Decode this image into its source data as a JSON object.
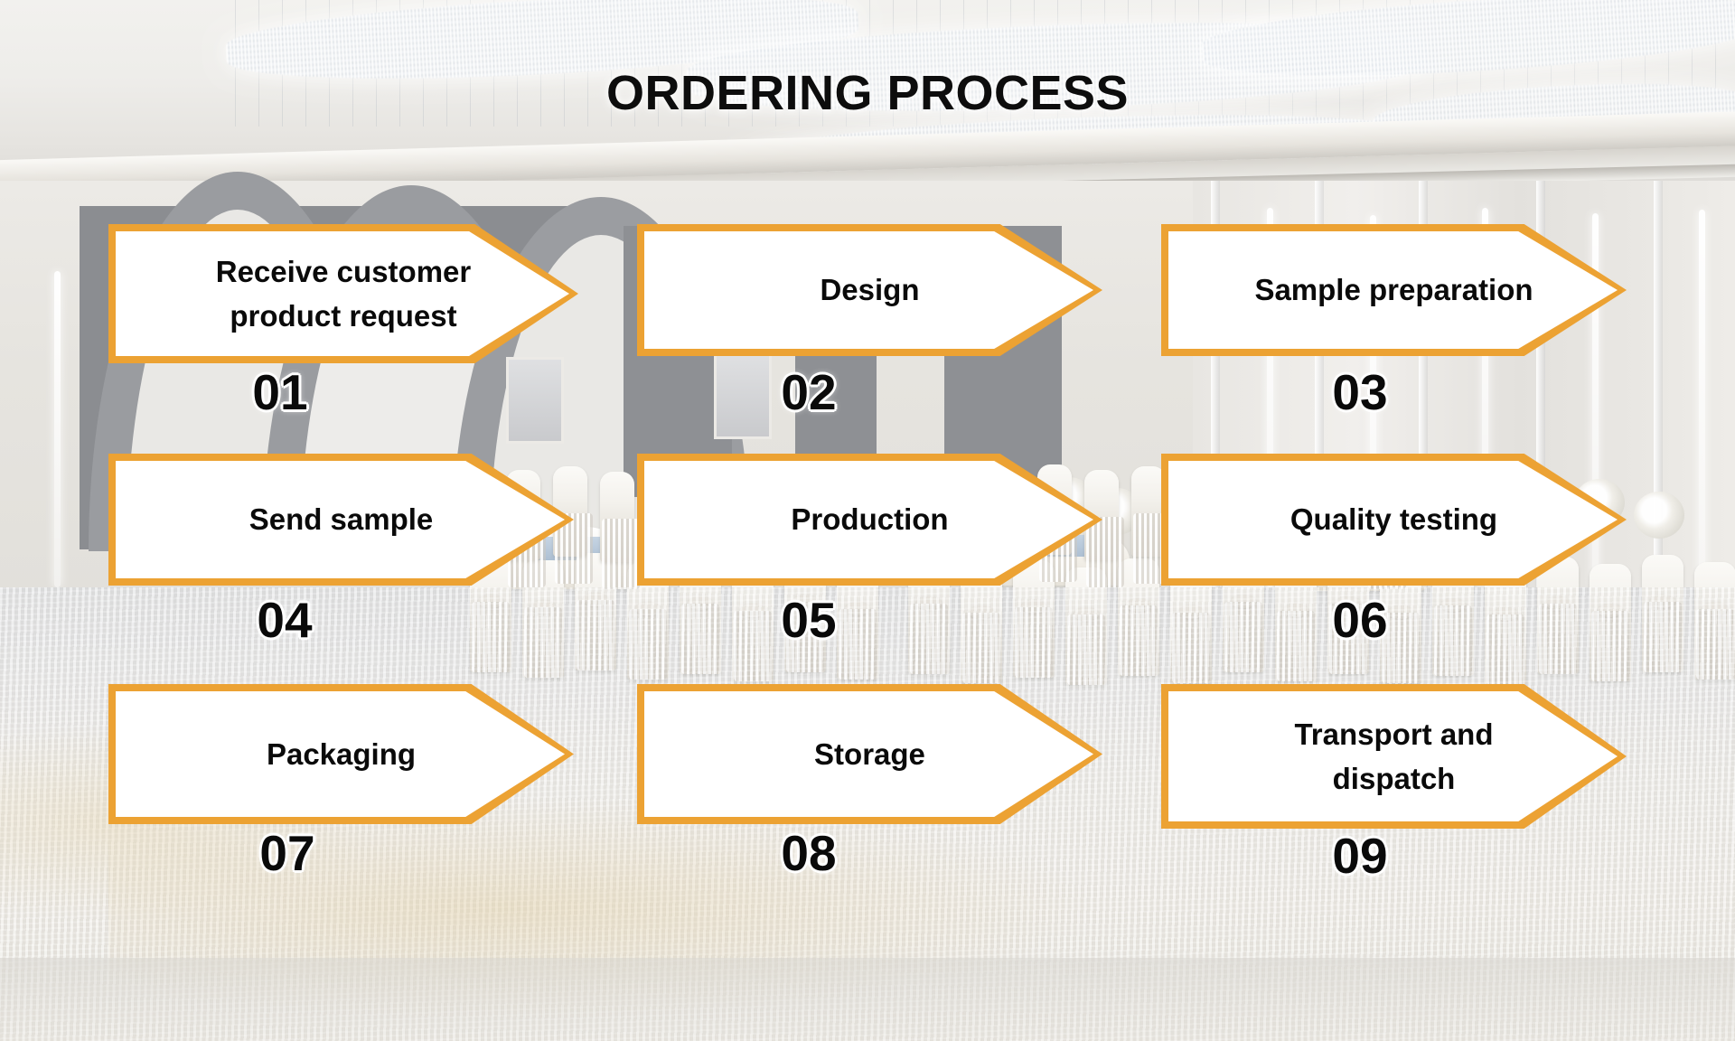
{
  "title": "ORDERING PROCESS",
  "colors": {
    "arrow_border": "#eca233",
    "arrow_fill": "#ffffff",
    "text": "#0a0a0a"
  },
  "steps": [
    {
      "number": "01",
      "label": "Receive customer product request"
    },
    {
      "number": "02",
      "label": "Design"
    },
    {
      "number": "03",
      "label": "Sample preparation"
    },
    {
      "number": "04",
      "label": "Send sample"
    },
    {
      "number": "05",
      "label": "Production"
    },
    {
      "number": "06",
      "label": "Quality testing"
    },
    {
      "number": "07",
      "label": "Packaging"
    },
    {
      "number": "08",
      "label": "Storage"
    },
    {
      "number": "09",
      "label": "Transport and dispatch"
    }
  ]
}
